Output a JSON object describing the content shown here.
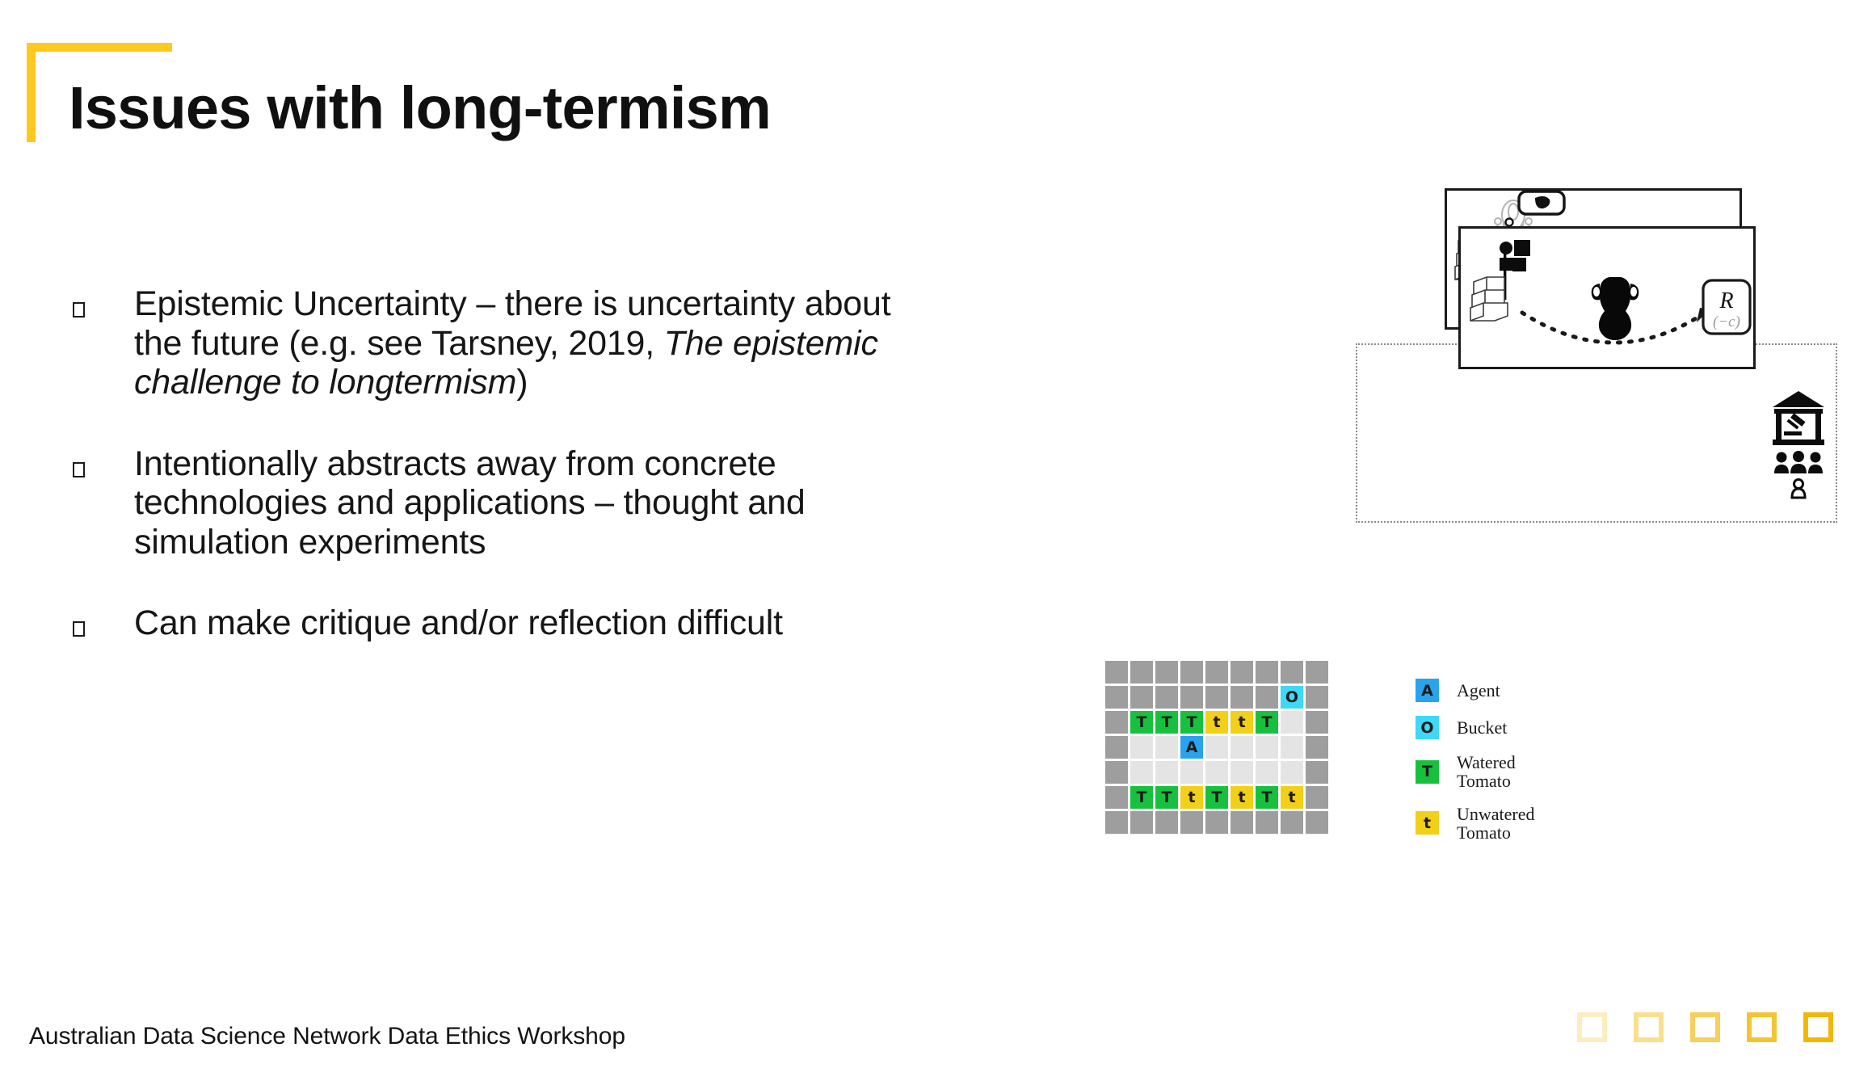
{
  "theme": {
    "accent_yellow": "#FFC81F",
    "deco_square_color": "#F2B705",
    "text_color": "#161616"
  },
  "slide": {
    "title": "Issues with long-termism",
    "footer": "Australian Data Science Network Data Ethics Workshop"
  },
  "bullets": [
    {
      "marker": "square-bullet",
      "pre": "Epistemic Uncertainty – there is uncertainty about the future (e.g. see Tarsney, 2019, ",
      "italic": "The epistemic challenge to longtermism",
      "post": ")"
    },
    {
      "marker": "square-bullet",
      "pre": "Intentionally abstracts away from concrete technologies and applications – thought and simulation experiments",
      "italic": "",
      "post": ""
    },
    {
      "marker": "square-bullet",
      "pre": "Can make critique and/or reflection difficult",
      "italic": "",
      "post": ""
    }
  ],
  "figure_scenes": {
    "scene_a": {
      "name": "robot-vase-reward-scene",
      "reward_label": "R",
      "icons": [
        "robot-icon",
        "books-icon",
        "vase-icon",
        "reward-box"
      ]
    },
    "scene_b": {
      "name": "human-observed-vase-reward-scene",
      "reward_label": "R",
      "reward_cost_label": "(−c)",
      "icons": [
        "camera-icon",
        "lens-icon",
        "person-with-flag-icon",
        "books-icon",
        "vase-icon",
        "reward-box",
        "courthouse-gavel-icon",
        "crowd-icon",
        "person-icon"
      ]
    }
  },
  "gridworld": {
    "name": "tomato-watering-gridworld",
    "rows": 7,
    "cols": 9,
    "cells": [
      [
        "wall",
        "wall",
        "wall",
        "wall",
        "wall",
        "wall",
        "wall",
        "wall",
        "wall"
      ],
      [
        "wall",
        "wall",
        "wall",
        "wall",
        "wall",
        "wall",
        "wall",
        "cyan:O",
        "wall"
      ],
      [
        "wall",
        "green:T",
        "green:T",
        "green:T",
        "yellow:t",
        "yellow:t",
        "green:T",
        "floor",
        "wall"
      ],
      [
        "wall",
        "floor",
        "floor",
        "blue:A",
        "floor",
        "floor",
        "floor",
        "floor",
        "wall"
      ],
      [
        "wall",
        "floor",
        "floor",
        "floor",
        "floor",
        "floor",
        "floor",
        "floor",
        "wall"
      ],
      [
        "wall",
        "green:T",
        "green:T",
        "yellow:t",
        "green:T",
        "yellow:t",
        "green:T",
        "yellow:t",
        "wall"
      ],
      [
        "wall",
        "wall",
        "wall",
        "wall",
        "wall",
        "wall",
        "wall",
        "wall",
        "wall"
      ]
    ],
    "legend": [
      {
        "glyph": "A",
        "color": "#29a3ee",
        "label": "Agent"
      },
      {
        "glyph": "O",
        "color": "#3fd8f7",
        "label": "Bucket"
      },
      {
        "glyph": "T",
        "color": "#17c13e",
        "label": "Watered\nTomato"
      },
      {
        "glyph": "t",
        "color": "#f2d019",
        "label": "Unwatered\nTomato"
      }
    ]
  },
  "deco_squares": {
    "name": "progress-squares",
    "count": 5,
    "opacities": [
      0.25,
      0.45,
      0.65,
      0.82,
      1.0
    ]
  }
}
